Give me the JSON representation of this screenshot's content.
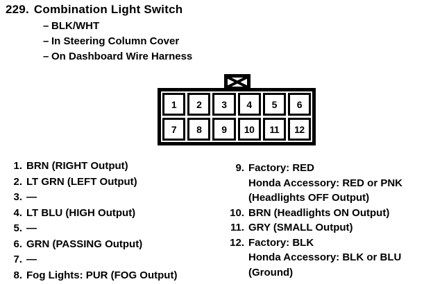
{
  "colors": {
    "ink": "#000000",
    "paper": "#ffffff"
  },
  "document": {
    "item_number": "229.",
    "title": "Combination Light Switch",
    "subtitle_marker": "–",
    "subtitle_items": [
      "BLK/WHT",
      "In Steering Column Cover",
      "On Dashboard Wire Harness"
    ]
  },
  "connector": {
    "description": "12-pin connector, 2 rows of 6, latch key on top",
    "pins": [
      "1",
      "2",
      "3",
      "4",
      "5",
      "6",
      "7",
      "8",
      "9",
      "10",
      "11",
      "12"
    ]
  },
  "pin_list_left": [
    {
      "num": "1.",
      "lines": [
        "BRN (RIGHT Output)"
      ]
    },
    {
      "num": "2.",
      "lines": [
        "LT GRN (LEFT Output)"
      ]
    },
    {
      "num": "3.",
      "lines": [
        "—"
      ]
    },
    {
      "num": "4.",
      "lines": [
        "LT BLU (HIGH Output)"
      ]
    },
    {
      "num": "5.",
      "lines": [
        "—"
      ]
    },
    {
      "num": "6.",
      "lines": [
        "GRN (PASSING Output)"
      ]
    },
    {
      "num": "7.",
      "lines": [
        "—"
      ]
    },
    {
      "num": "8.",
      "lines": [
        "Fog Lights: PUR (FOG Output)"
      ]
    }
  ],
  "pin_list_right": [
    {
      "num": "9.",
      "lines": [
        "Factory: RED",
        "Honda Accessory: RED or PNK",
        "(Headlights OFF Output)"
      ]
    },
    {
      "num": "10.",
      "lines": [
        "BRN (Headlights ON Output)"
      ]
    },
    {
      "num": "11.",
      "lines": [
        "GRY (SMALL Output)"
      ]
    },
    {
      "num": "12.",
      "lines": [
        "Factory: BLK",
        "Honda Accessory: BLK or BLU",
        "(Ground)"
      ]
    }
  ]
}
